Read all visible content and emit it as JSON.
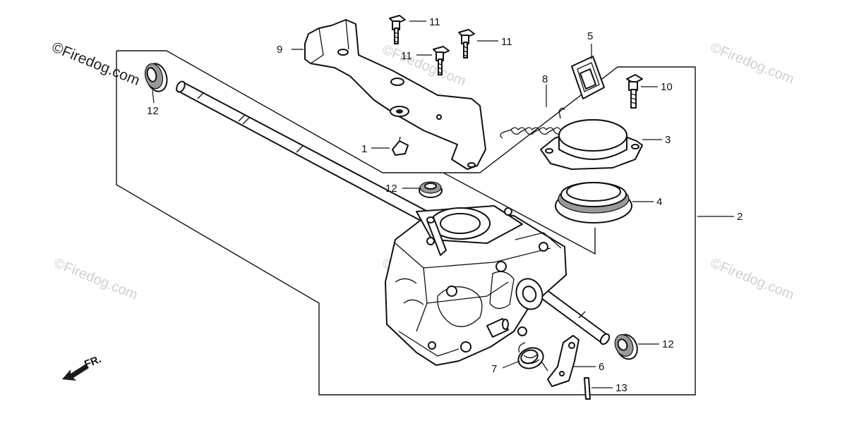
{
  "watermark": {
    "primary": "©Firedog.com",
    "faded": "©Firedog.com"
  },
  "direction": {
    "label": "FR."
  },
  "callouts": {
    "c1": "1",
    "c2": "2",
    "c3": "3",
    "c4": "4",
    "c5": "5",
    "c6": "6",
    "c7": "7",
    "c8": "8",
    "c9": "9",
    "c10": "10",
    "c11a": "11",
    "c11b": "11",
    "c11c": "11",
    "c12a": "12",
    "c12b": "12",
    "c12c": "12",
    "c13": "13"
  }
}
